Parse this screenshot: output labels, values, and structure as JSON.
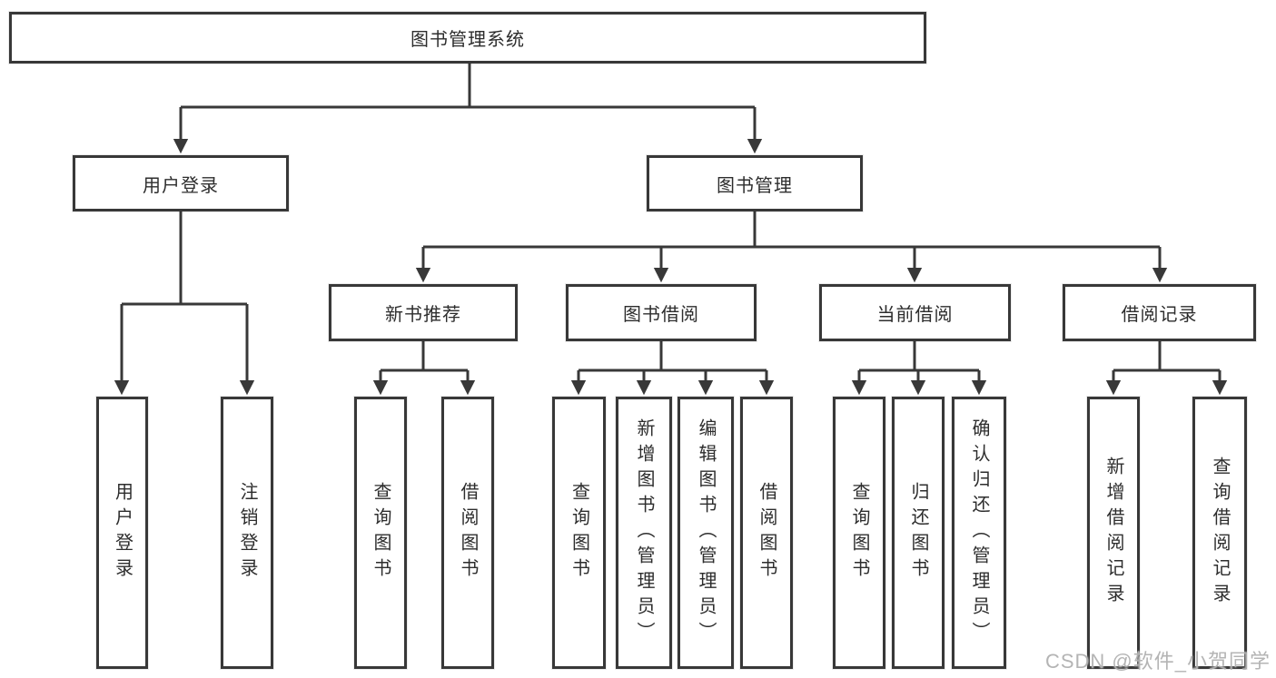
{
  "diagram": {
    "root": {
      "label": "图书管理系统"
    },
    "branches": [
      {
        "label": "用户登录",
        "children": [
          {
            "label": "用户登录"
          },
          {
            "label": "注销登录"
          }
        ]
      },
      {
        "label": "图书管理",
        "children": [
          {
            "label": "新书推荐",
            "children": [
              {
                "label": "查询图书"
              },
              {
                "label": "借阅图书"
              }
            ]
          },
          {
            "label": "图书借阅",
            "children": [
              {
                "label": "查询图书"
              },
              {
                "label": "新增图书（管理员）"
              },
              {
                "label": "编辑图书（管理员）"
              },
              {
                "label": "借阅图书"
              }
            ]
          },
          {
            "label": "当前借阅",
            "children": [
              {
                "label": "查询图书"
              },
              {
                "label": "归还图书"
              },
              {
                "label": "确认归还（管理员）"
              }
            ]
          },
          {
            "label": "借阅记录",
            "children": [
              {
                "label": "新增借阅记录"
              },
              {
                "label": "查询借阅记录"
              }
            ]
          }
        ]
      }
    ]
  },
  "watermark": "CSDN @软件_小贺同学",
  "colors": {
    "line": "#383838",
    "border": "#383838",
    "text": "#2d2d2d",
    "watermark": "#aeaeae",
    "background": "#ffffff"
  }
}
